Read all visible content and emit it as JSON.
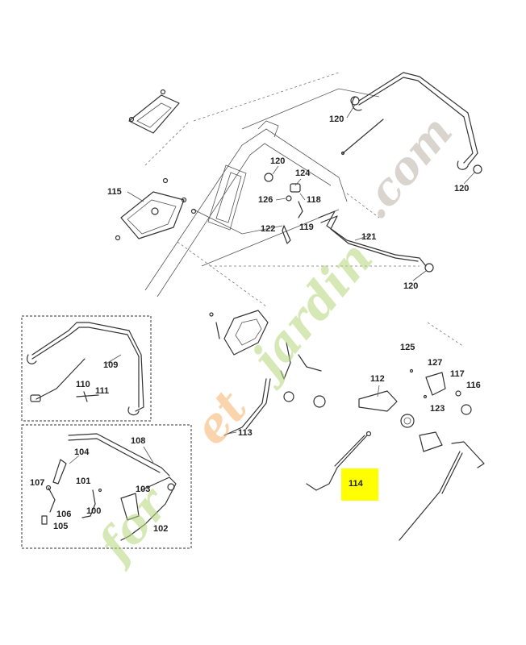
{
  "labels": {
    "p100": "100",
    "p101": "101",
    "p102": "102",
    "p103": "103",
    "p104": "104",
    "p105": "105",
    "p106": "106",
    "p107": "107",
    "p108": "108",
    "p109": "109",
    "p110": "110",
    "p111": "111",
    "p112": "112",
    "p113": "113",
    "p114": "114",
    "p115": "115",
    "p116": "116",
    "p117": "117",
    "p118": "118",
    "p119": "119",
    "p120a": "120",
    "p120b": "120",
    "p120c": "120",
    "p120d": "120",
    "p121": "121",
    "p122": "122",
    "p123": "123",
    "p124": "124",
    "p125": "125",
    "p126": "126",
    "p127": "127"
  },
  "watermark": {
    "part1": "for",
    "part2": "et",
    "part3": "jardin",
    "part4": ".com"
  },
  "colors": {
    "highlight": "#ffff00",
    "watermark_orange": "#f6b26b",
    "watermark_green": "#b6d77a",
    "watermark_grey": "#c9c2b8"
  }
}
